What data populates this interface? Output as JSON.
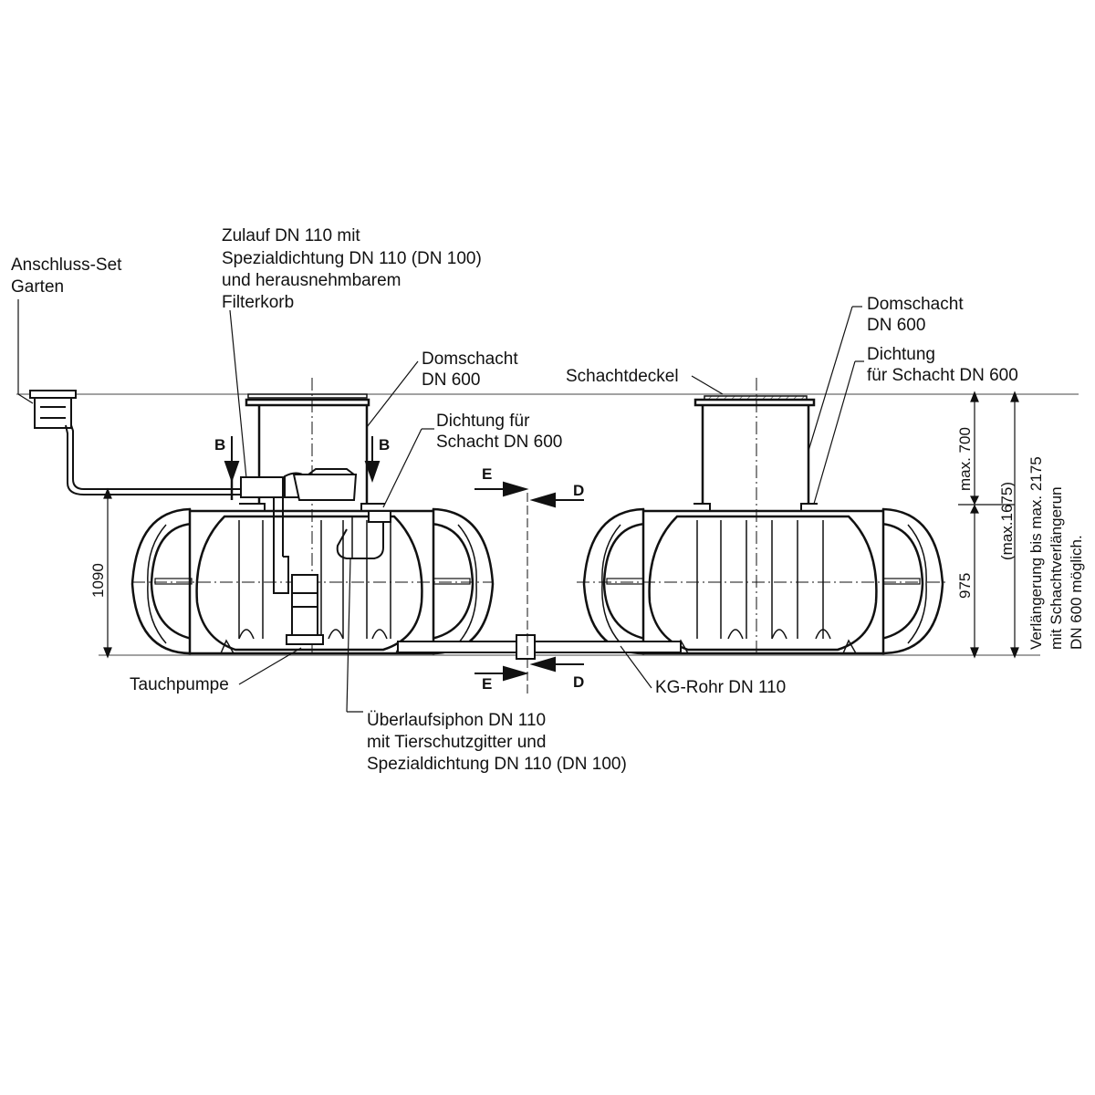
{
  "labels": {
    "anschluss": "Anschluss-Set",
    "anschluss_2": "Garten",
    "zulauf_1": "Zulauf DN 110 mit",
    "zulauf_2": "Spezialdichtung DN 110 (DN 100)",
    "zulauf_3": "und herausnehmbarem",
    "zulauf_4": "Filterkorb",
    "domschacht_left_1": "Domschacht",
    "domschacht_left_2": "DN 600",
    "dichtung_left_1": "Dichtung für",
    "dichtung_left_2": "Schacht DN 600",
    "domschacht_right_1": "Domschacht",
    "domschacht_right_2": "DN 600",
    "dichtung_right_1": "Dichtung",
    "dichtung_right_2": "für Schacht DN 600",
    "schachtdeckel": "Schachtdeckel",
    "tauchpumpe": "Tauchpumpe",
    "ueberlauf_1": "Überlaufsiphon DN 110",
    "ueberlauf_2": "mit Tierschutzgitter und",
    "ueberlauf_3": "Spezialdichtung DN 110 (DN 100)",
    "kg_rohr": "KG-Rohr DN 110"
  },
  "section_markers": {
    "b": "B",
    "d": "D",
    "e": "E"
  },
  "dimensions": {
    "height_left": "1090",
    "height_tank": "975",
    "max_shaft": "max. 700",
    "max_total": "(max.1675)"
  },
  "note": {
    "line1": "Verlängerung bis max. 2175",
    "line2": "mit Schachtverlängerun",
    "line3": "DN 600 möglich."
  }
}
